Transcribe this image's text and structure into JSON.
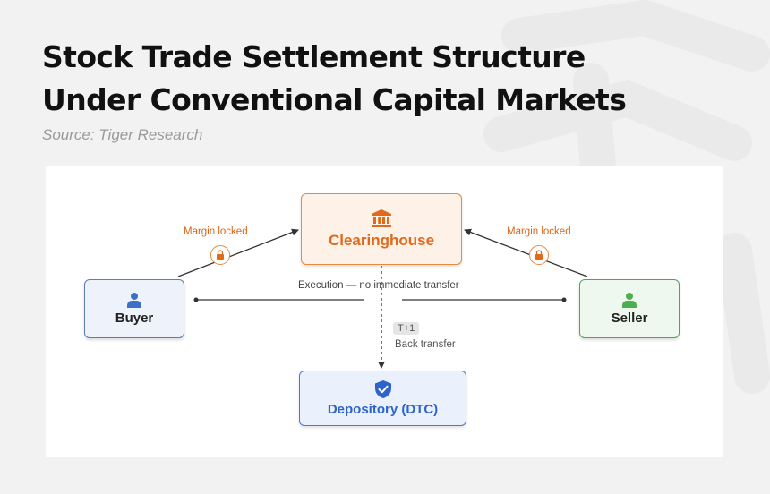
{
  "title_line1": "Stock Trade Settlement Structure",
  "title_line2": "Under Conventional Capital Markets",
  "source": "Source: Tiger Research",
  "nodes": {
    "clearinghouse": "Clearinghouse",
    "buyer": "Buyer",
    "seller": "Seller",
    "depository": "Depository (DTC)"
  },
  "edges": {
    "margin_left": "Margin locked",
    "margin_right": "Margin locked",
    "execution": "Execution — no immediate transfer",
    "t_plus": "T+1",
    "back_transfer": "Back transfer"
  },
  "icons": {
    "clearinghouse": "bank-icon",
    "buyer": "person-icon",
    "seller": "person-icon",
    "depository": "shield-check-icon",
    "lock": "lock-icon"
  },
  "colors": {
    "clearinghouse": "#e06a1b",
    "buyer": "#3d6fc9",
    "seller": "#4caf50",
    "depository": "#2f63cc"
  }
}
